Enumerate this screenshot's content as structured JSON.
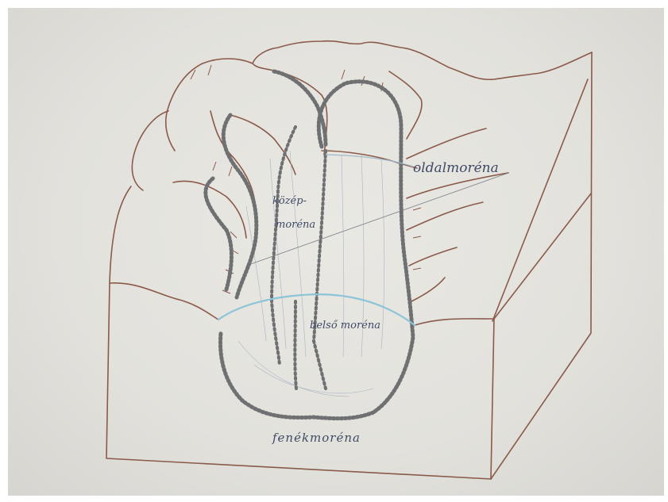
{
  "labels": {
    "lateral": "oldalmoréna",
    "medial_line1": "közép-",
    "medial_line2": "moréna",
    "internal": "belső moréna",
    "ground": "fenékmoréna"
  },
  "colors": {
    "paper": "#e6e5e0",
    "pencil_brown": "#8a5a4a",
    "moraine_gray": "#6f7072",
    "ice_blue": "#8cc4d8",
    "label_ink": "#3f4a66"
  }
}
